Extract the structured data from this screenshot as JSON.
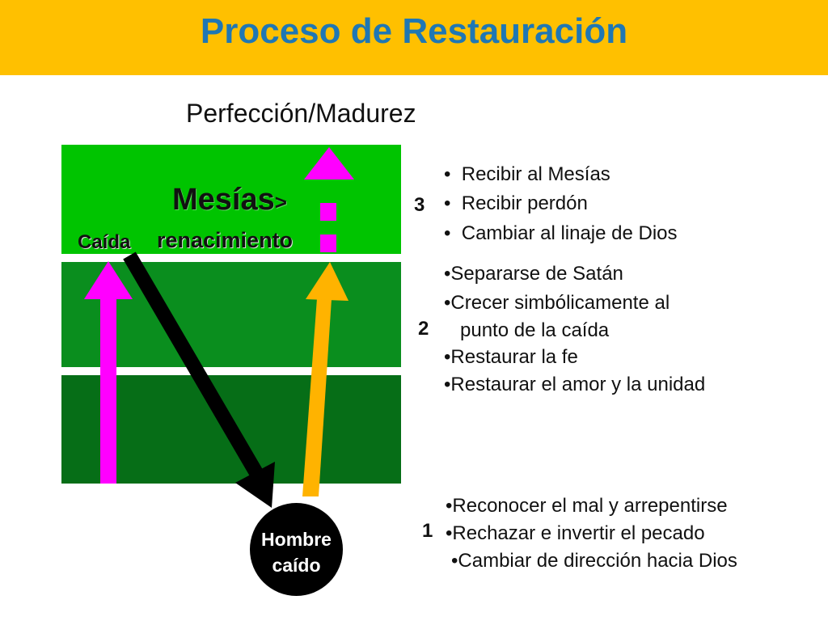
{
  "title": "Proceso de Restauración",
  "subtitle": "Perfección/Madurez",
  "labels": {
    "mesias": "Mesías",
    "mesias_suffix": ">",
    "renacimiento": "renacimiento",
    "caida": "Caída",
    "hombre": "Hombre",
    "caido": "caído"
  },
  "levels": [
    {
      "number": "3",
      "items": [
        "•  Recibir al Mesías",
        "•  Recibir perdón",
        "•  Cambiar al linaje de Dios"
      ]
    },
    {
      "number": "2",
      "items": [
        "•Separarse de Satán",
        "•Crecer simbólicamente al",
        "   punto de la caída",
        "•Restaurar la fe",
        "•Restaurar el amor y la unidad"
      ]
    },
    {
      "number": "1",
      "items": [
        "•Reconocer el mal y arrepentirse",
        "•Rechazar e invertir el pecado",
        "•Cambiar de dirección hacia Dios"
      ]
    }
  ],
  "colors": {
    "title_bar": "#FFC000",
    "title_text": "#1F77B4",
    "level3": "#00C400",
    "level2": "#0A8E1E",
    "level1": "#066E17",
    "magenta_arrow": "#FF00FF",
    "orange_arrow": "#FFB300",
    "black_arrow": "#000000"
  }
}
